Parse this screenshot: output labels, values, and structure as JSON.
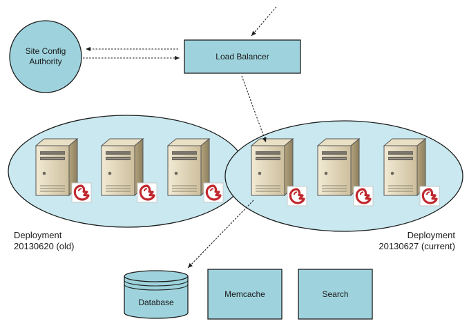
{
  "nodes": {
    "site_config_authority": "Site Config Authority",
    "load_balancer": "Load Balancer",
    "database": "Database",
    "memcache": "Memcache",
    "search": "Search"
  },
  "deployments": {
    "old": {
      "line1": "Deployment",
      "line2": "20130620 (old)"
    },
    "current": {
      "line1": "Deployment",
      "line2": "20130627 (current)"
    }
  },
  "colors": {
    "box_fill": "#9ed3dd",
    "ellipse_fill": "#c9e8ef",
    "stroke": "#1d1d1d",
    "server_body": "#d9ccae",
    "badge_red": "#c0282e"
  },
  "icons": {
    "server": "server-tower-icon",
    "badge": "red-app-logo-icon"
  }
}
